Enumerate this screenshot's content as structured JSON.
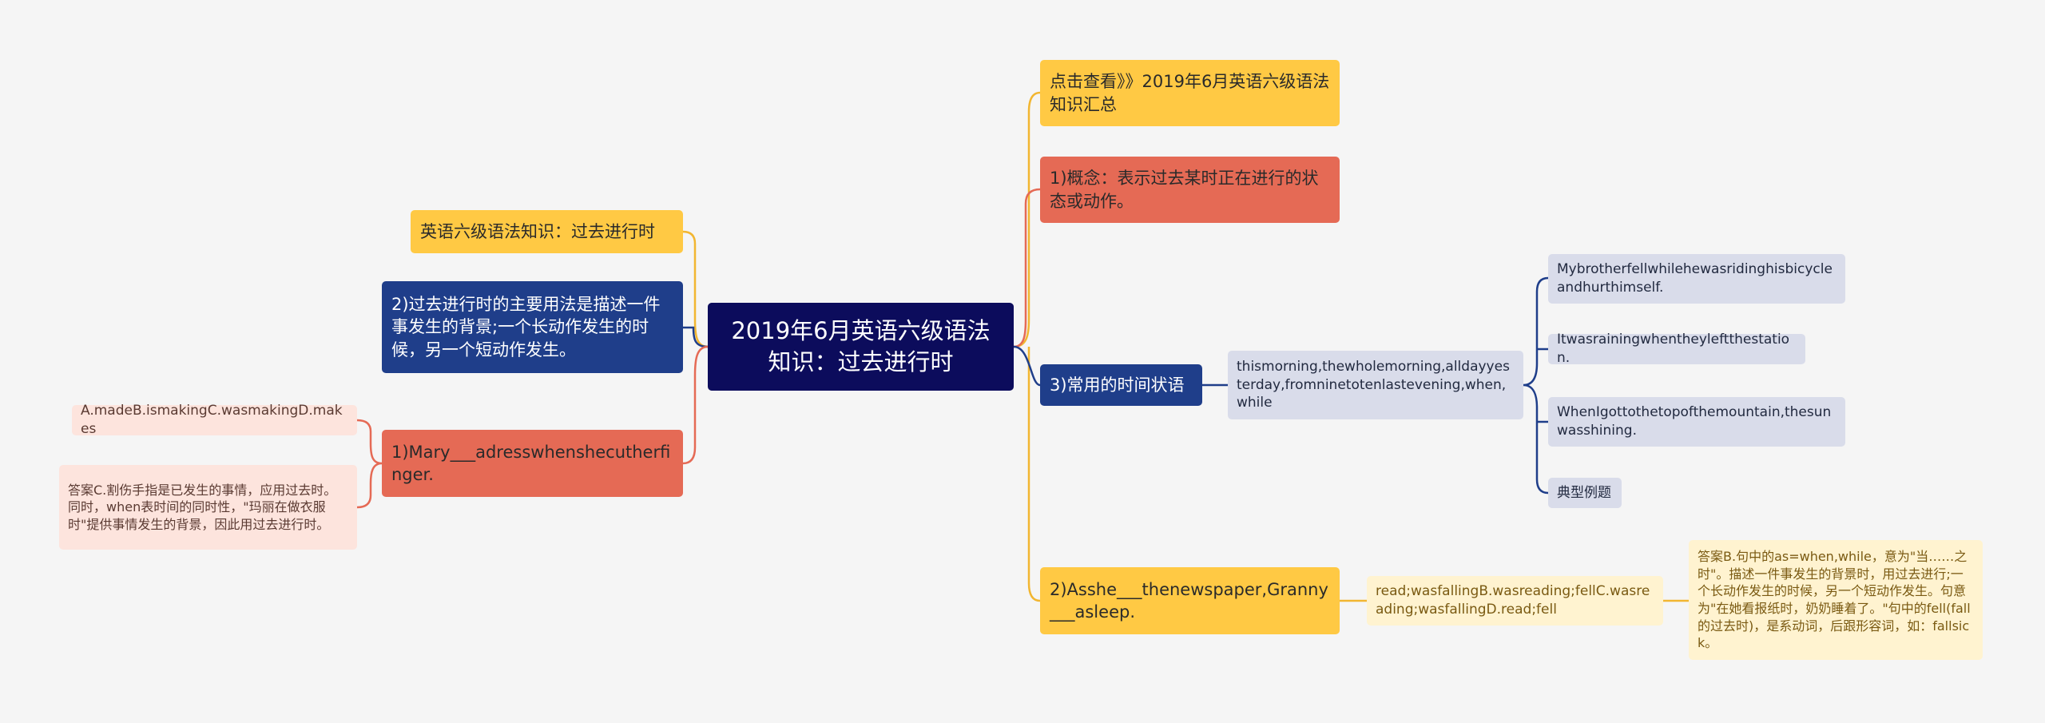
{
  "central": "2019年6月英语六级语法知识：过去进行时",
  "left": {
    "title_node": "英语六级语法知识：过去进行时",
    "usage_node": "2)过去进行时的主要用法是描述一件事发生的背景;一个长动作发生的时候，另一个短动作发生。",
    "q1": {
      "text": "1)Mary___adresswhenshecutherfinger.",
      "options": "A.madeB.ismakingC.wasmakingD.makes",
      "answer": "答案C.割伤手指是已发生的事情，应用过去时。同时，when表时间的同时性，\"玛丽在做衣服时\"提供事情发生的背景，因此用过去进行时。"
    }
  },
  "right": {
    "link_node": "点击查看》》2019年6月英语六级语法知识汇总",
    "concept_node": "1)概念：表示过去某时正在进行的状态或动作。",
    "time_node": {
      "text": "3)常用的时间状语",
      "adverbials": "thismorning,thewholemorning,alldayyesterday,fromninetotenlastevening,when,while",
      "examples": [
        "Mybrotherfellwhilehewasridinghisbicycleandhurthimself.",
        "Itwasrainingwhentheyleftthestation.",
        "WhenIgottothetopofthemountain,thesunwasshining.",
        "典型例题"
      ]
    },
    "q2": {
      "text": "2)Asshe___thenewspaper,Granny___asleep.",
      "options": "read;wasfallingB.wasreading;fellC.wasreading;wasfallingD.read;fell",
      "answer": "答案B.句中的as=when,while，意为\"当……之时\"。描述一件事发生的背景时，用过去进行;一个长动作发生的时候，另一个短动作发生。句意为\"在她看报纸时，奶奶睡着了。\"句中的fell(fall的过去时)，是系动词，后跟形容词，如：fallsick。"
    }
  },
  "colors": {
    "central": "#0c0c5c",
    "yellow": "#ffc944",
    "red": "#e56a55",
    "navy": "#1f3e8a",
    "pink_leaf": "#fde4dd",
    "grey_leaf": "#d9dcea",
    "cream_leaf": "#fff3d0"
  }
}
